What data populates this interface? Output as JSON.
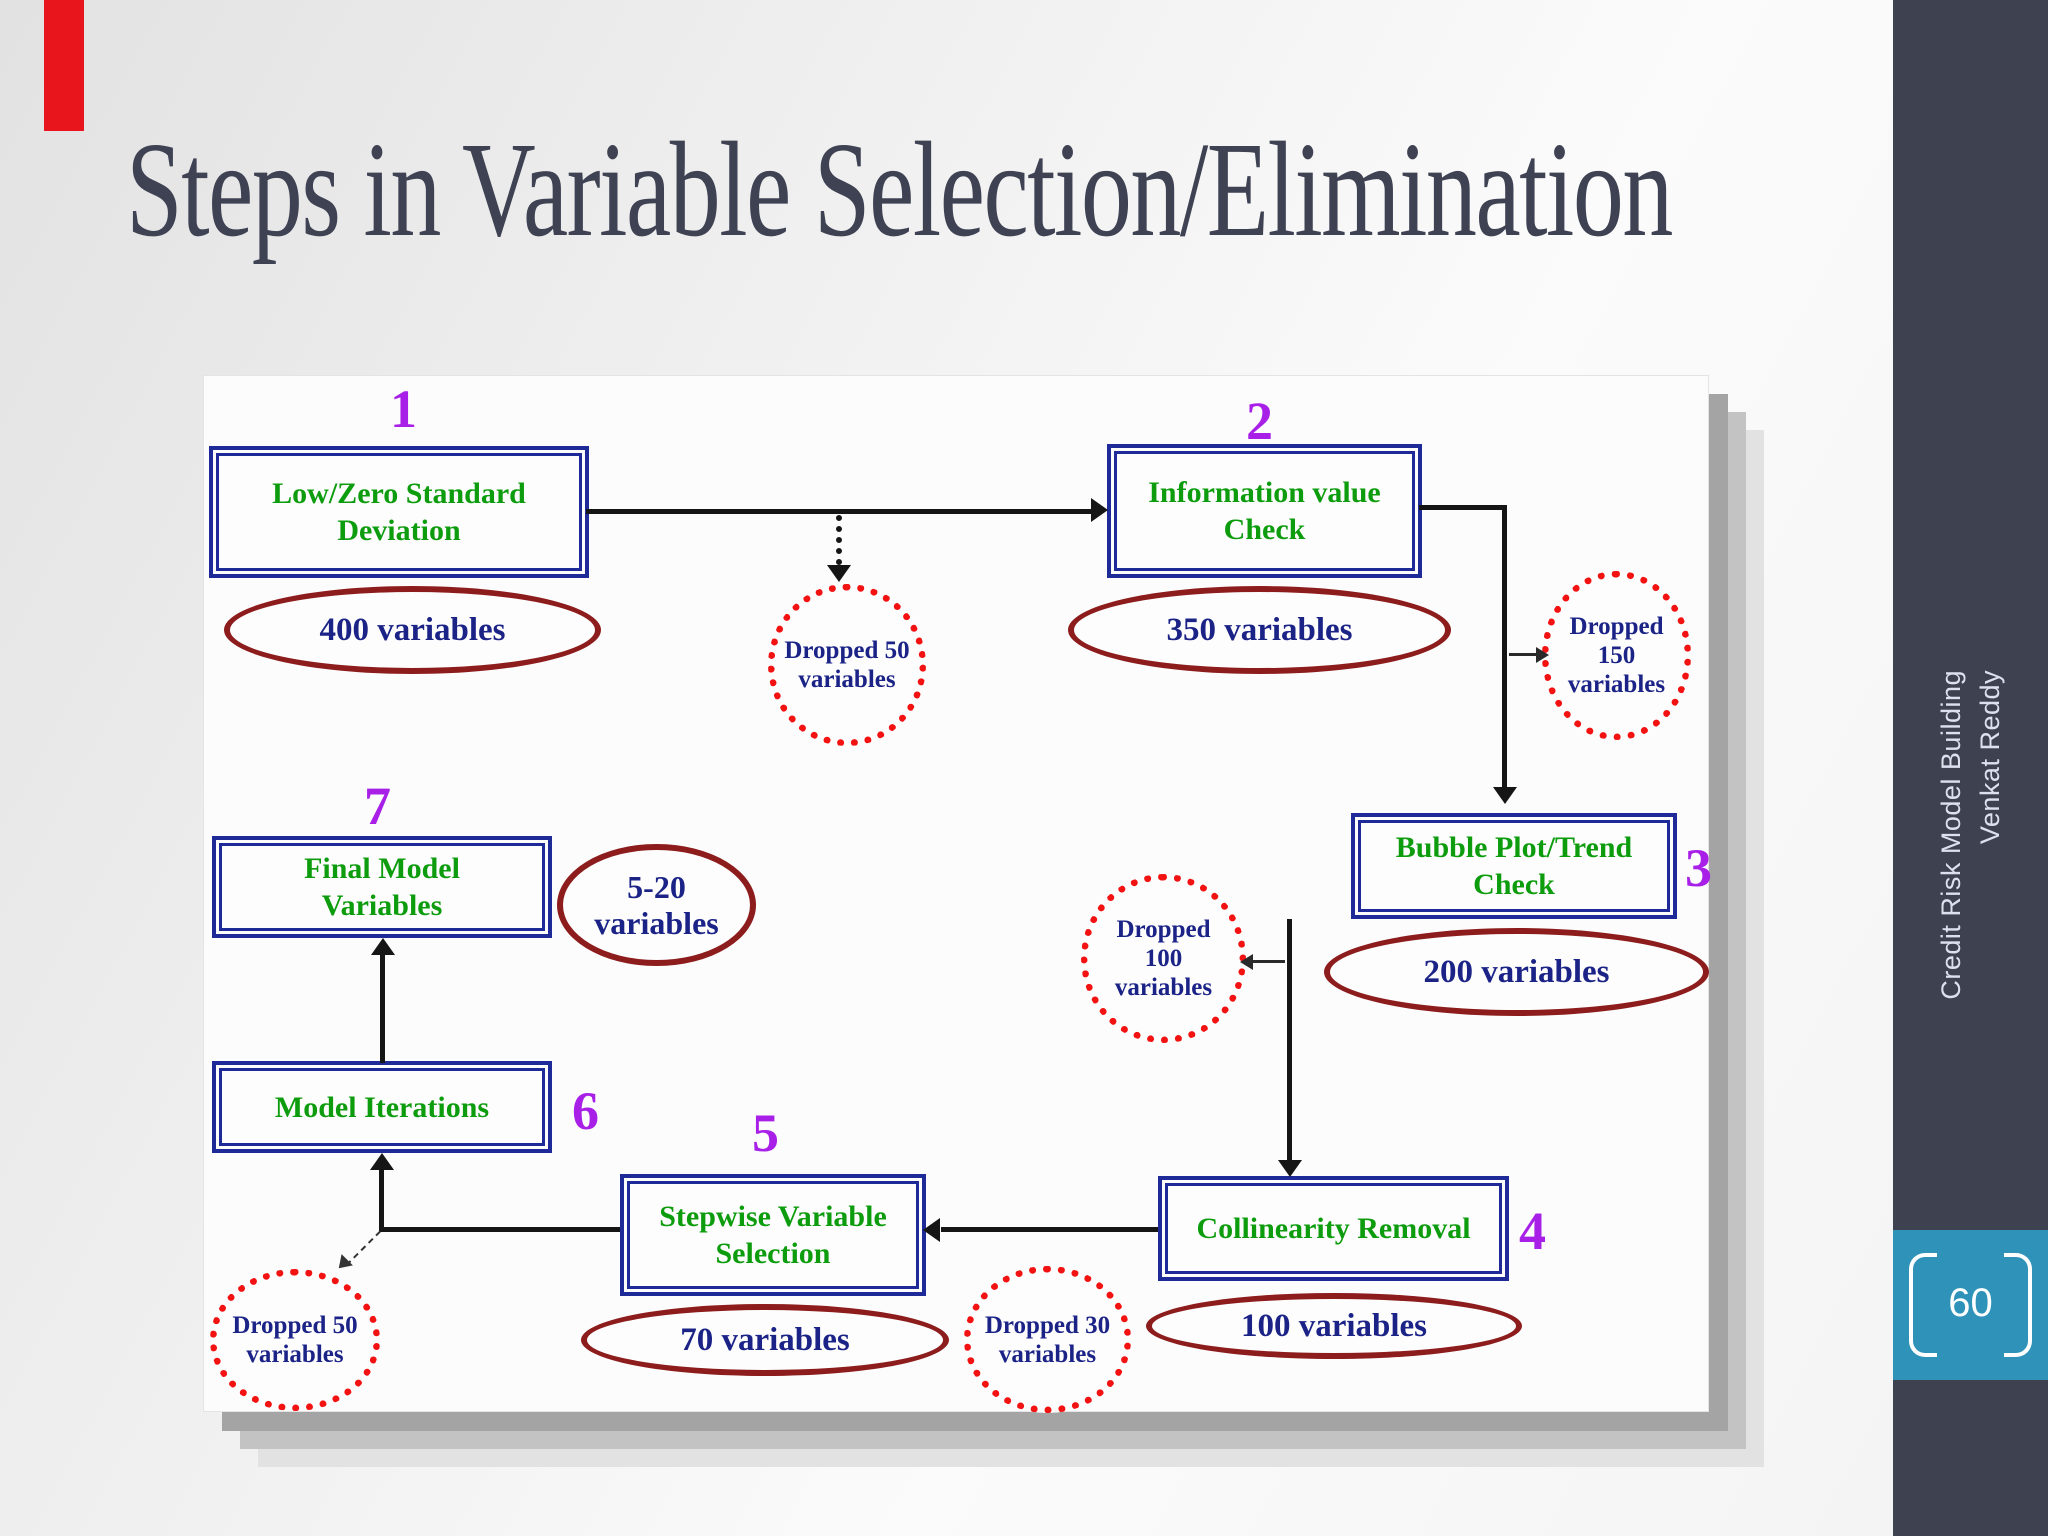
{
  "slide": {
    "title": "Steps in Variable Selection/Elimination"
  },
  "sidebar": {
    "line1": "Credit Risk Model Building",
    "line2": "Venkat Reddy",
    "page_number": "60"
  },
  "flow": {
    "steps": [
      {
        "number": "1",
        "label": "Low/Zero Standard Deviation"
      },
      {
        "number": "2",
        "label": "Information value Check"
      },
      {
        "number": "3",
        "label": "Bubble Plot/Trend Check"
      },
      {
        "number": "4",
        "label": "Collinearity Removal"
      },
      {
        "number": "5",
        "label": "Stepwise Variable Selection"
      },
      {
        "number": "6",
        "label": "Model Iterations"
      },
      {
        "number": "7",
        "label": "Final Model Variables"
      }
    ],
    "counts": [
      {
        "label": "400 variables"
      },
      {
        "label": "350 variables"
      },
      {
        "label": "200 variables"
      },
      {
        "label": "100 variables"
      },
      {
        "label": "70 variables"
      },
      {
        "line1": "5-20",
        "line2": "variables"
      }
    ],
    "drops": [
      {
        "line1": "Dropped 50",
        "line2": "variables"
      },
      {
        "line1": "Dropped",
        "line2": "150",
        "line3": "variables"
      },
      {
        "line1": "Dropped",
        "line2": "100",
        "line3": "variables"
      },
      {
        "line1": "Dropped 30",
        "line2": "variables"
      },
      {
        "line1": "Dropped 50",
        "line2": "variables"
      }
    ]
  },
  "colors": {
    "accent_red": "#e9151d",
    "sidebar_bg": "#3d4150",
    "page_badge_bg": "#2f93b9",
    "box_border": "#1f2a99",
    "box_text": "#0d9c0d",
    "count_border": "#8d1c1c",
    "count_text": "#1b2387",
    "drop_border": "#f21212",
    "step_number": "#a81fe8",
    "title_text": "#3e4253"
  }
}
